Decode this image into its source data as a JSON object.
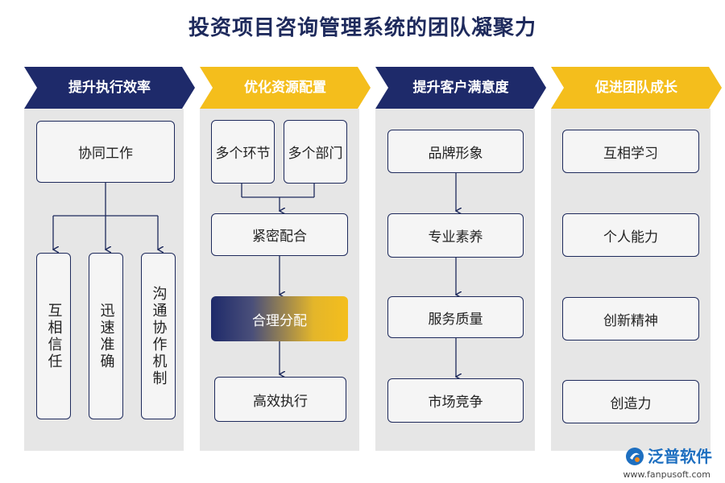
{
  "title": "投资项目咨询管理系统的团队凝聚力",
  "colors": {
    "navy": "#1e2a5c",
    "gold": "#f4be1c",
    "panel": "#e6e6e6"
  },
  "columns": [
    {
      "heading": "提升执行效率",
      "color": "#1e2a6a",
      "top": "协同工作",
      "children": [
        "互相信任",
        "迅速准确",
        "沟通协作机制"
      ]
    },
    {
      "heading": "优化资源配置",
      "color": "#f4be1c",
      "sources": [
        "多个环节",
        "多个部门"
      ],
      "steps": [
        "紧密配合",
        "合理分配",
        "高效执行"
      ]
    },
    {
      "heading": "提升客户满意度",
      "color": "#1e2a6a",
      "steps": [
        "品牌形象",
        "专业素养",
        "服务质量",
        "市场竞争"
      ]
    },
    {
      "heading": "促进团队成长",
      "color": "#f4be1c",
      "items": [
        "互相学习",
        "个人能力",
        "创新精神",
        "创造力"
      ]
    }
  ],
  "logo": {
    "name": "泛普软件",
    "url": "www.fanpusoft.com",
    "icon": "fanpu-logo-icon"
  }
}
